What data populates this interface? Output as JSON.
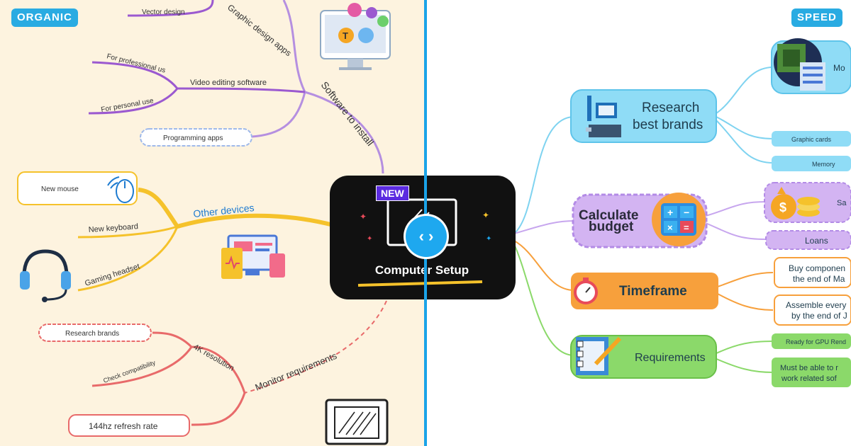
{
  "tags": {
    "left": "ORGANIC",
    "right": "SPEED"
  },
  "center": {
    "badge": "NEW",
    "title": "Computer Setup"
  },
  "organic": {
    "software_branch": "Software to install",
    "graphic_design": "Graphic design apps",
    "vector_design": "Vector design",
    "video_editing": "Video editing software",
    "for_professional": "For professional us",
    "for_personal": "For personal use",
    "programming": "Programming apps",
    "other_devices": "Other devices",
    "new_mouse": "New mouse",
    "new_keyboard": "New keyboard",
    "gaming_headset": "Gaming headset",
    "monitor_requirements": "Monitor requirements",
    "resolution": "4K resolution",
    "research_brands": "Research brands",
    "check_compat": "Check compatibility",
    "refresh_rate": "144hz refresh rate"
  },
  "speed": {
    "research": "Research\nbest brands",
    "research_l1": "Research",
    "research_l2": "best brands",
    "mo": "Mo",
    "graphic_cards": "Graphic cards",
    "memory": "Memory",
    "calc_l1": "Calculate",
    "calc_l2": "budget",
    "sa": "Sa",
    "loans": "Loans",
    "timeframe": "Timeframe",
    "buy_l1": "Buy componen",
    "buy_l2": "the end of Ma",
    "assemble_l1": "Assemble every",
    "assemble_l2": "by the end of J",
    "requirements": "Requirements",
    "gpu": "Ready for GPU Rend",
    "must_l1": "Must be able to r",
    "must_l2": "work related sof"
  },
  "colors": {
    "accent": "#29abe2",
    "purple": "#9b59d0",
    "yellow": "#f5c22b",
    "red": "#e86a6a",
    "blue": "#7fd3f0",
    "orange": "#f7a03c",
    "green": "#8bd96a"
  }
}
